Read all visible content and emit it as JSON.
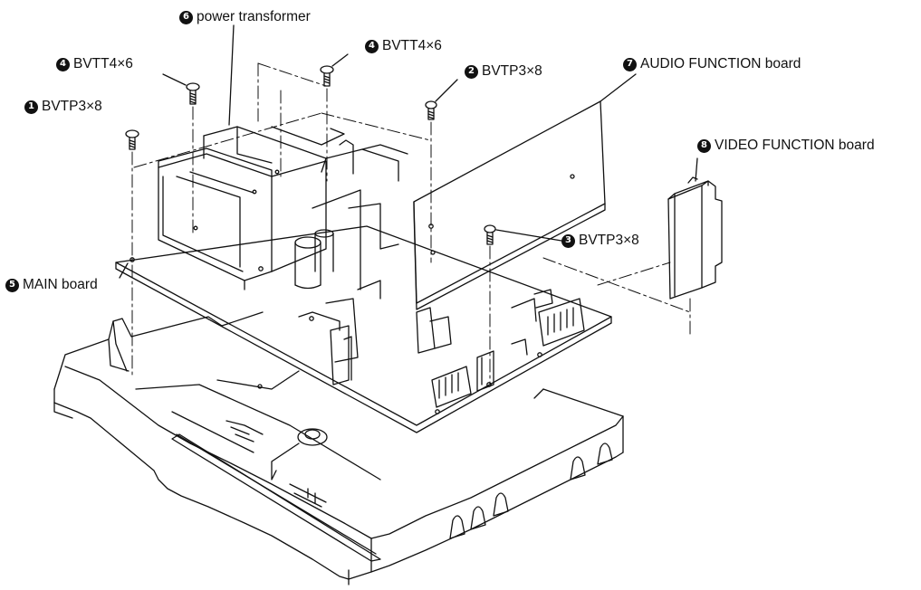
{
  "callouts": [
    {
      "id": "label-power-transformer",
      "num": "6",
      "text": "power transformer"
    },
    {
      "id": "label-screw-bvtt4-left",
      "num": "4",
      "text": "BVTT4×6"
    },
    {
      "id": "label-screw-bvtt4-right",
      "num": "4",
      "text": "BVTT4×6"
    },
    {
      "id": "label-screw-bvtp3-2",
      "num": "2",
      "text": "BVTP3×8"
    },
    {
      "id": "label-audio-function-board",
      "num": "7",
      "text": "AUDIO FUNCTION board"
    },
    {
      "id": "label-screw-bvtp3-1",
      "num": "1",
      "text": "BVTP3×8"
    },
    {
      "id": "label-video-function-board",
      "num": "8",
      "text": "VIDEO FUNCTION board"
    },
    {
      "id": "label-screw-bvtp3-3",
      "num": "3",
      "text": "BVTP3×8"
    },
    {
      "id": "label-main-board",
      "num": "5",
      "text": "MAIN board"
    }
  ]
}
